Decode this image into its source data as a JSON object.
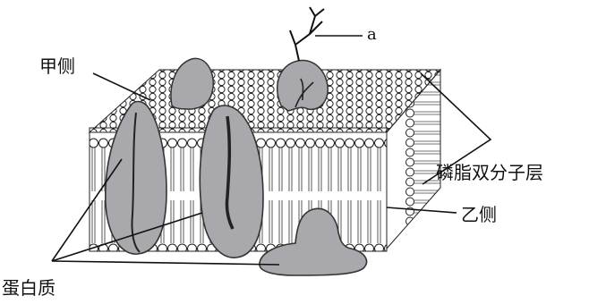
{
  "labels": {
    "side_a": "甲侧",
    "side_b": "乙侧",
    "phospholipid_bilayer": "磷脂双分子层",
    "protein": "蛋白质",
    "marker_a": "a"
  },
  "colors": {
    "line": "#111111",
    "protein_fill": "#a9a9ad",
    "protein_edge": "#333333",
    "head_fill": "#ffffff",
    "tail": "#444444"
  }
}
